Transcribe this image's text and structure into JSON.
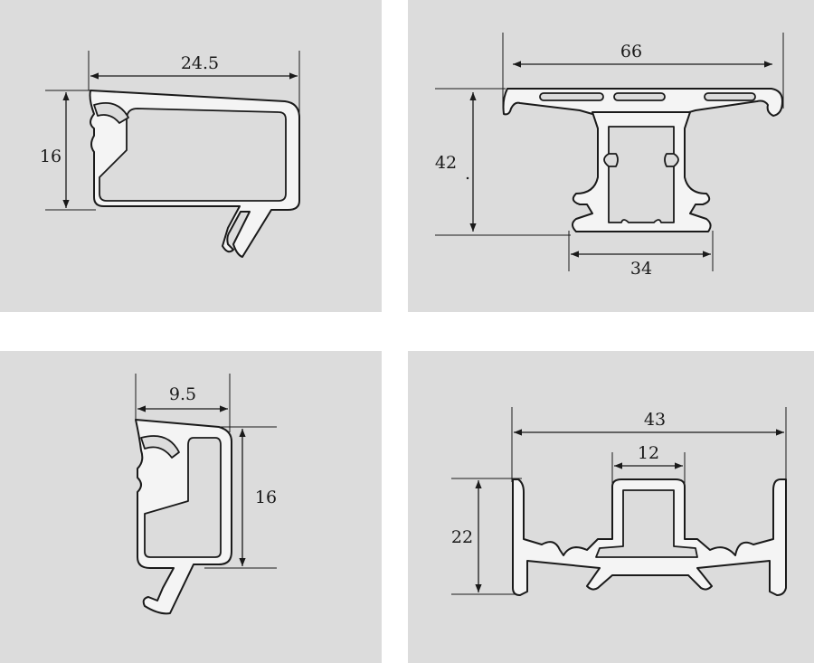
{
  "colors": {
    "panel_bg": "#dcdcdc",
    "stroke": "#1a1a1a",
    "profile_fill": "#f4f4f4",
    "page_bg": "#ffffff"
  },
  "panels": [
    {
      "dimensions": {
        "width": "24.5",
        "height": "16"
      }
    },
    {
      "dimensions": {
        "top_width": "66",
        "height": "42",
        "height_mark": ".",
        "bottom_width": "34"
      }
    },
    {
      "dimensions": {
        "width": "9.5",
        "height": "16"
      }
    },
    {
      "dimensions": {
        "width": "43",
        "inner_width": "12",
        "height": "22"
      }
    }
  ]
}
